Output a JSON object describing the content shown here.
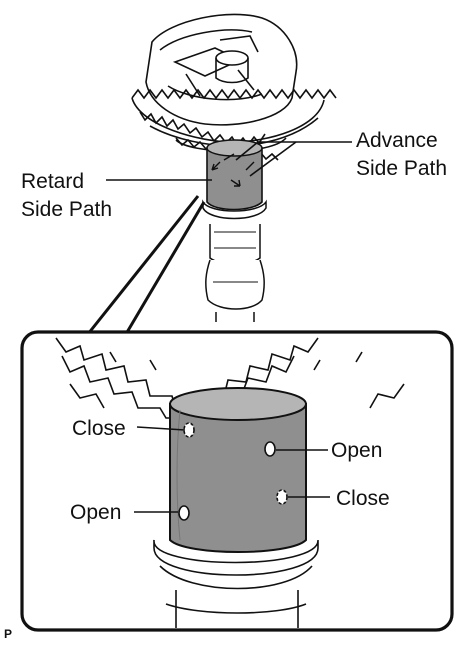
{
  "labels": {
    "retard_line1": "Retard",
    "retard_line2": "Side Path",
    "advance_line1": "Advance",
    "advance_line2": "Side Path",
    "close_upper": "Close",
    "open_upper": "Open",
    "close_lower": "Close",
    "open_lower": "Open"
  },
  "corner_mark": "P",
  "colors": {
    "line": "#111111",
    "shaft_fill": "#8f8f8f",
    "shaft_highlight": "#b5b5b5",
    "paper": "#ffffff"
  },
  "icons": [
    "camshaft-timing-gear-drawing",
    "oil-port-hole-icon"
  ]
}
